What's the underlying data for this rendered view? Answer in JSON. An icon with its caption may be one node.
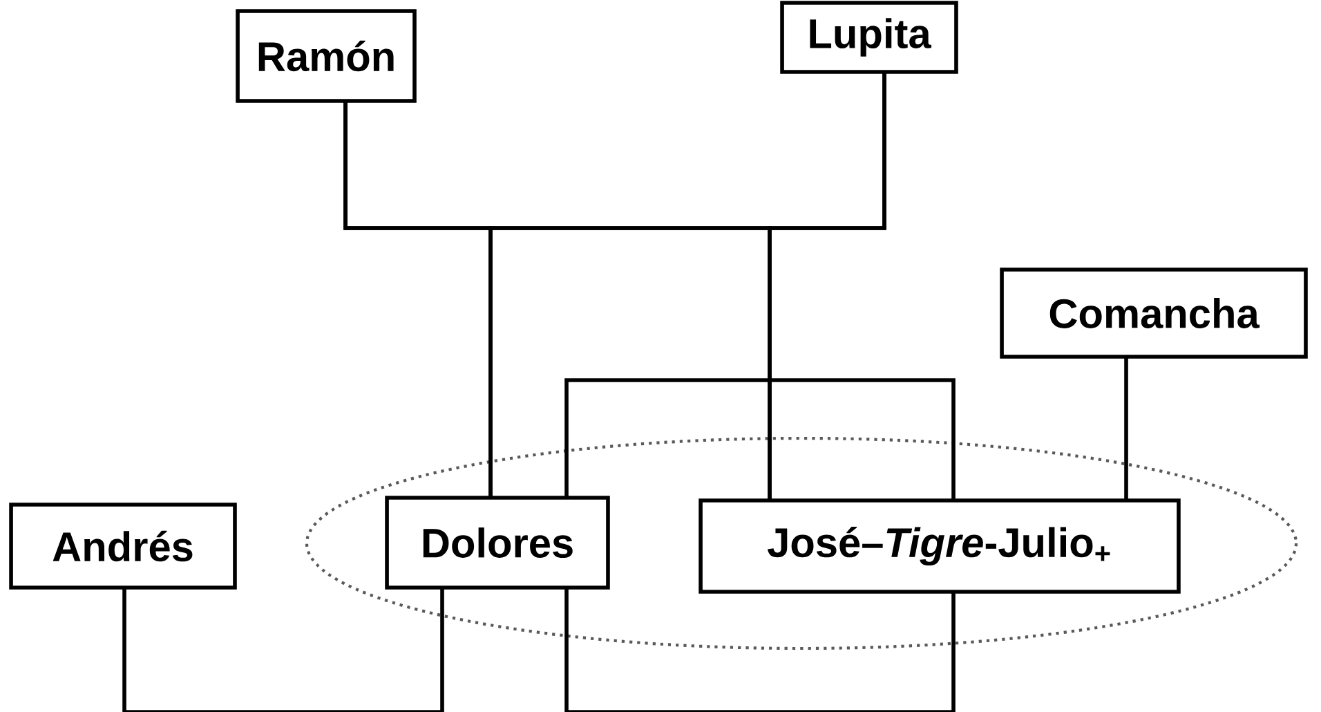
{
  "diagram": {
    "nodes": [
      {
        "text": [
          "Ramón"
        ]
      },
      {
        "text": [
          "Lupita"
        ]
      },
      {
        "text": [
          "Comancha"
        ]
      },
      {
        "text": [
          "Andrés"
        ]
      },
      {
        "text": [
          "Dolores"
        ]
      },
      {
        "text": [
          "José–*Tigre*-Julio$_{+}$"
        ]
      }
    ],
    "edges": [
      {
        "from": 0,
        "to": 4,
        "arrow": "none"
      },
      {
        "from": 1,
        "to": 4,
        "arrow": "none"
      },
      {
        "from": 0,
        "to": 5,
        "arrow": "none"
      },
      {
        "from": 1,
        "to": 5,
        "arrow": "none"
      },
      {
        "from": 4,
        "to": 5,
        "arrow": "none"
      },
      {
        "from": 2,
        "to": 5,
        "arrow": "none"
      },
      {
        "from": 3,
        "to": 4,
        "arrow": "none"
      },
      {
        "from": 4,
        "to": 5,
        "arrow": "none"
      }
    ]
  }
}
